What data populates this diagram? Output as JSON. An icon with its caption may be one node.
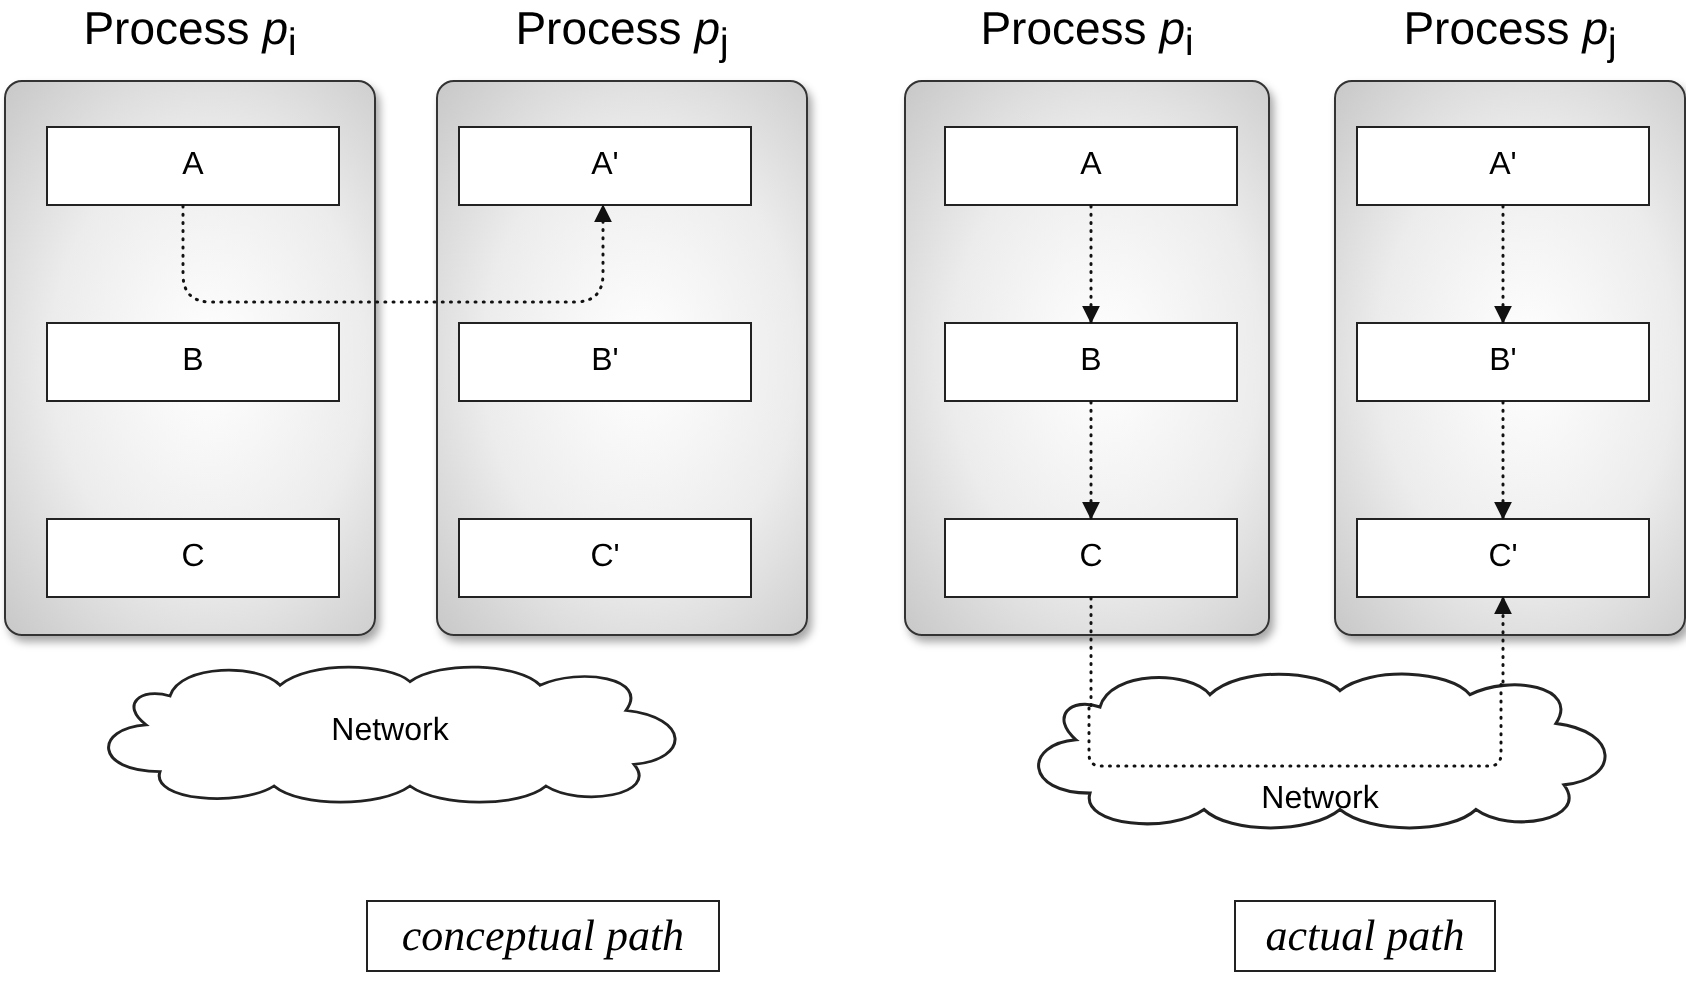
{
  "diagram": {
    "nodes": [
      {
        "text": [
          "Process *p*$_{i}$"
        ]
      },
      {
        "text": [
          "A"
        ],
        "in": 0
      },
      {
        "text": [
          "B"
        ],
        "in": 0
      },
      {
        "text": [
          "C"
        ],
        "in": 0
      },
      {
        "text": [
          "Process *p*$_{j}$"
        ]
      },
      {
        "text": [
          "A'"
        ],
        "in": 4
      },
      {
        "text": [
          "B'"
        ],
        "in": 4
      },
      {
        "text": [
          "C'"
        ],
        "in": 4
      },
      {
        "text": [
          "Network"
        ]
      },
      {
        "text": [
          "Process *p*$_{i}$"
        ]
      },
      {
        "text": [
          "A"
        ],
        "in": 9
      },
      {
        "text": [
          "B"
        ],
        "in": 9
      },
      {
        "text": [
          "C"
        ],
        "in": 9
      },
      {
        "text": [
          "Process *p*$_{j}$"
        ]
      },
      {
        "text": [
          "A'"
        ],
        "in": 13
      },
      {
        "text": [
          "B'"
        ],
        "in": 13
      },
      {
        "text": [
          "C'"
        ],
        "in": 13
      },
      {
        "text": [
          "Network"
        ]
      },
      {
        "text": [
          "conceptual path"
        ]
      },
      {
        "text": [
          "actual path"
        ]
      }
    ],
    "edges": [
      {
        "from": 1,
        "to": 5,
        "arrow": "to"
      },
      {
        "from": 10,
        "to": 11,
        "arrow": "to"
      },
      {
        "from": 11,
        "to": 12,
        "arrow": "to"
      },
      {
        "from": 14,
        "to": 15,
        "arrow": "to"
      },
      {
        "from": 15,
        "to": 16,
        "arrow": "to"
      },
      {
        "from": 12,
        "to": 17,
        "arrow": "none"
      },
      {
        "from": 17,
        "to": 16,
        "arrow": "to"
      }
    ]
  }
}
